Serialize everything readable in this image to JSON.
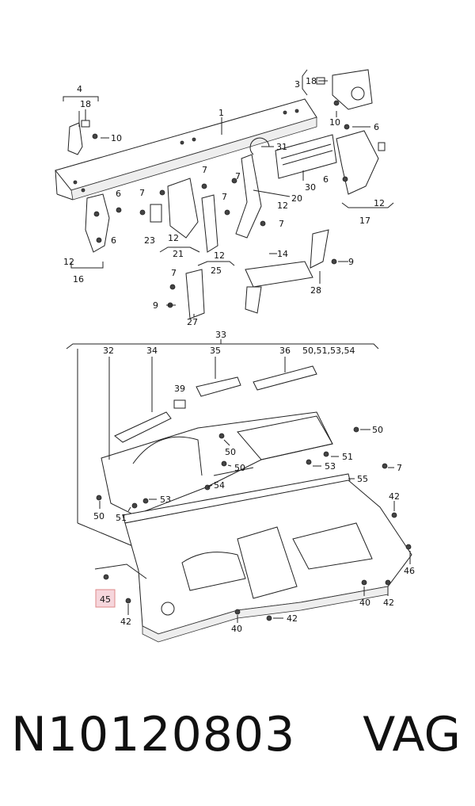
{
  "diagram": {
    "callouts": {
      "c1": "1",
      "c4": "4",
      "c18a": "18",
      "c10a": "10",
      "c3": "3",
      "c18b": "18",
      "c10b": "10",
      "c6a": "6",
      "c31": "31",
      "c30": "30",
      "c20": "20",
      "c7a": "7",
      "c7b": "7",
      "c7c": "7",
      "c7d": "7",
      "c7e": "7",
      "c7f": "7",
      "c6b": "6",
      "c6c": "6",
      "c6d": "6",
      "c12a": "12",
      "c12b": "12",
      "c12c": "12",
      "c12d": "12",
      "c12e": "12",
      "c16": "16",
      "c17": "17",
      "c21": "21",
      "c23": "23",
      "c25": "25",
      "c14": "14",
      "c9a": "9",
      "c9b": "9",
      "c28": "28",
      "c27": "27",
      "c33": "33",
      "c32": "32",
      "c34": "34",
      "c35": "35",
      "c36": "36",
      "c50group": "50,51,53,54",
      "c39": "39",
      "c50a": "50",
      "c50b": "50",
      "c50c": "50",
      "c50d": "50",
      "c51a": "51",
      "c51b": "51",
      "c53a": "53",
      "c53b": "53",
      "c54": "54",
      "c55": "55",
      "c7g": "7",
      "c42a": "42",
      "c42b": "42",
      "c42c": "42",
      "c42d": "42",
      "c46": "46",
      "c40a": "40",
      "c40b": "40",
      "c45": "45"
    }
  },
  "footer": {
    "part_number": "N10120803",
    "brand": "VAG"
  }
}
